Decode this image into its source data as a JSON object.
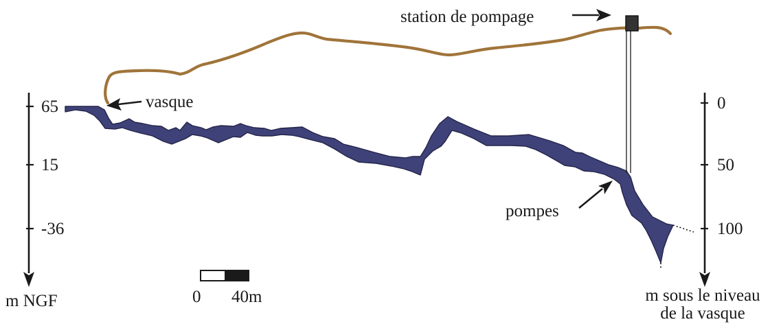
{
  "colors": {
    "cave_fill": "#3f4278",
    "terrain": "#a0743a",
    "station": "#333333"
  },
  "left_axis": {
    "unit_label": "m NGF",
    "ticks": [
      "65",
      "15",
      "-36"
    ]
  },
  "right_axis": {
    "unit_label_line1": "m sous le niveau",
    "unit_label_line2": "de la vasque",
    "ticks": [
      "0",
      "50",
      "100"
    ]
  },
  "labels": {
    "station": "station de pompage",
    "vasque": "vasque",
    "pompes": "pompes"
  },
  "scale_bar": {
    "start_label": "0",
    "end_label": "40m"
  }
}
